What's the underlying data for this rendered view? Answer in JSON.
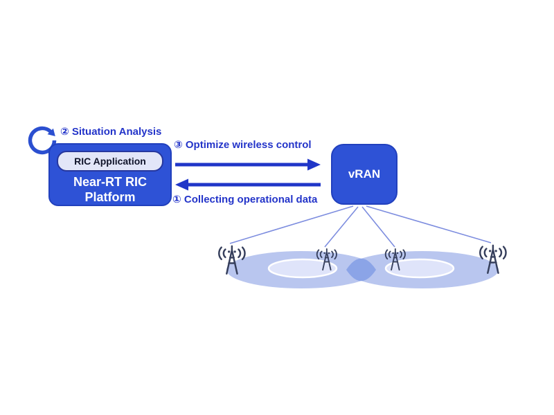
{
  "loop": {
    "label": "② Situation Analysis"
  },
  "flow": {
    "optimize_label": "③ Optimize wireless control",
    "collect_label": "① Collecting operational data"
  },
  "ric": {
    "app_label": "RIC Application",
    "platform_line1": "Near-RT RIC",
    "platform_line2": "Platform"
  },
  "vran": {
    "label": "vRAN"
  },
  "network": {
    "base_station_count": 4,
    "coverage_cells": 2
  },
  "icons": {
    "loop_arrow": "clockwise-loop-arrow",
    "antenna": "radio-base-station-with-waves",
    "arrow_right": "solid-right-arrow",
    "arrow_left": "solid-left-arrow"
  },
  "colors": {
    "box_blue": "#2e52d6",
    "box_border": "#2140bd",
    "arrow_blue": "#2036c8",
    "label_blue": "#2334c9",
    "app_box_fill": "#e2e6f8",
    "app_box_border": "#26379e",
    "cell_fill": "#b9c6ef",
    "cell_overlap_fill": "#8ba4e7",
    "inner_cell_fill": "#dfe4fa",
    "inner_cell_stroke": "#ffffff",
    "tower_color": "#363f5c",
    "fan_line_color": "#7d8ddf"
  }
}
